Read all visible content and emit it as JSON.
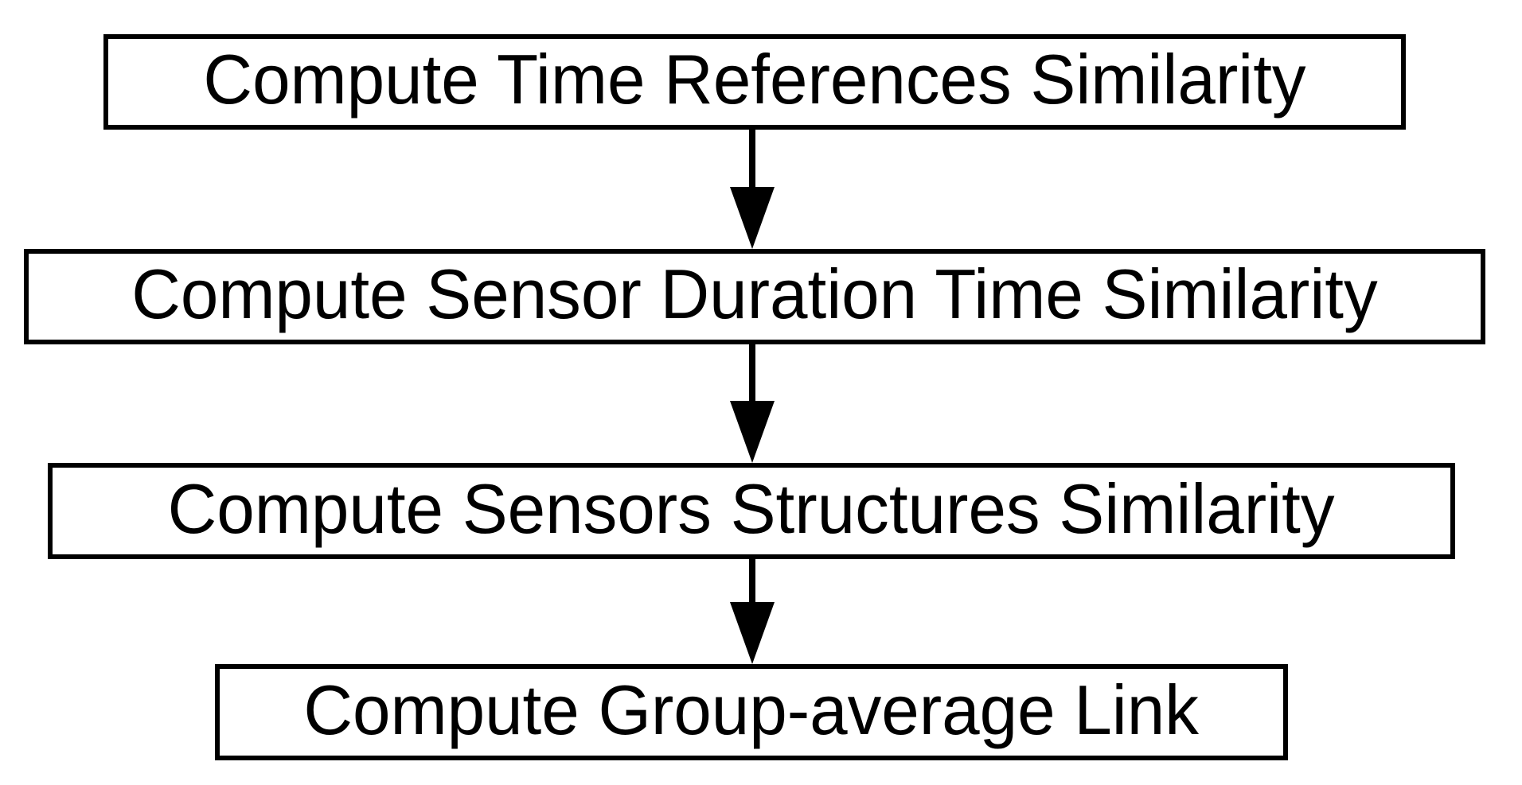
{
  "flowchart": {
    "nodes": [
      {
        "id": "time-references-similarity",
        "label": "Compute Time References Similarity"
      },
      {
        "id": "sensor-duration-time-similarity",
        "label": "Compute Sensor Duration Time Similarity"
      },
      {
        "id": "sensors-structures-similarity",
        "label": "Compute Sensors Structures Similarity"
      },
      {
        "id": "group-average-link",
        "label": "Compute Group-average Link"
      }
    ],
    "connections": [
      {
        "from": 0,
        "to": 1,
        "type": "arrow-down"
      },
      {
        "from": 1,
        "to": 2,
        "type": "arrow-down"
      },
      {
        "from": 2,
        "to": 3,
        "type": "arrow-down"
      }
    ],
    "colors": {
      "foreground": "#000000",
      "background": "#ffffff"
    }
  }
}
